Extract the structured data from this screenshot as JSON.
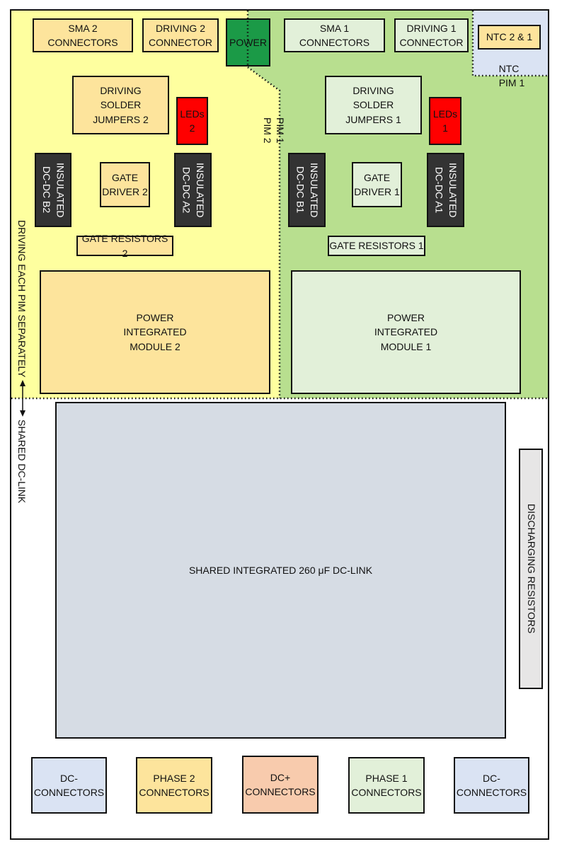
{
  "colors": {
    "driving_area_2": "#feff9f",
    "driving_area_1": "#b8df8f",
    "ntc_area": "#dae3f3",
    "orange_box": "#fde49c",
    "light_green_box": "#e2f0d9",
    "power_green": "#1b9a47",
    "led_red": "#ff0000",
    "dcdc_dark": "#333333",
    "dclink_blue": "#d6dce4",
    "dc_plus_orange": "#f8cbad",
    "discharge_gray": "#e7e6e6"
  },
  "components": {
    "sma2": "SMA 2\nCONNECTORS",
    "driving2_connector": "DRIVING 2\nCONNECTOR",
    "power": "POWER",
    "sma1": "SMA 1\nCONNECTORS",
    "driving1_connector": "DRIVING 1\nCONNECTOR",
    "ntc_box": "NTC 2 & 1",
    "jumpers2": "DRIVING\nSOLDER\nJUMPERS 2",
    "leds2": "LEDs\n2",
    "jumpers1": "DRIVING\nSOLDER\nJUMPERS 1",
    "leds1": "LEDs\n1",
    "dcdc_b2": "INSULATED\nDC-DC B2",
    "gate_driver2": "GATE\nDRIVER 2",
    "dcdc_a2": "INSULATED\nDC-DC A2",
    "dcdc_b1": "INSULATED\nDC-DC B1",
    "gate_driver1": "GATE\nDRIVER 1",
    "dcdc_a1": "INSULATED\nDC-DC A1",
    "gate_resistors2": "GATE RESISTORS 2",
    "gate_resistors1": "GATE RESISTORS 1",
    "pim2": "POWER\nINTEGRATED\nMODULE 2",
    "pim1": "POWER\nINTEGRATED\nMODULE 1",
    "dclink": "SHARED INTEGRATED 260 μF DC-LINK",
    "discharging": "DISCHARGING RESISTORS",
    "dc_minus_left": "DC-\nCONNECTORS",
    "phase2": "PHASE 2\nCONNECTORS",
    "dc_plus": "DC+\nCONNECTORS",
    "phase1": "PHASE 1\nCONNECTORS",
    "dc_minus_right": "DC-\nCONNECTORS"
  },
  "labels": {
    "pim1_vertical": "PIM 1",
    "pim2_vertical": "PIM 2",
    "ntc_area": "NTC",
    "pim1_corner": "PIM 1",
    "driving_each": "DRIVING EACH PIM SEPARATELY",
    "shared_dclink": "SHARED DC-LINK"
  }
}
